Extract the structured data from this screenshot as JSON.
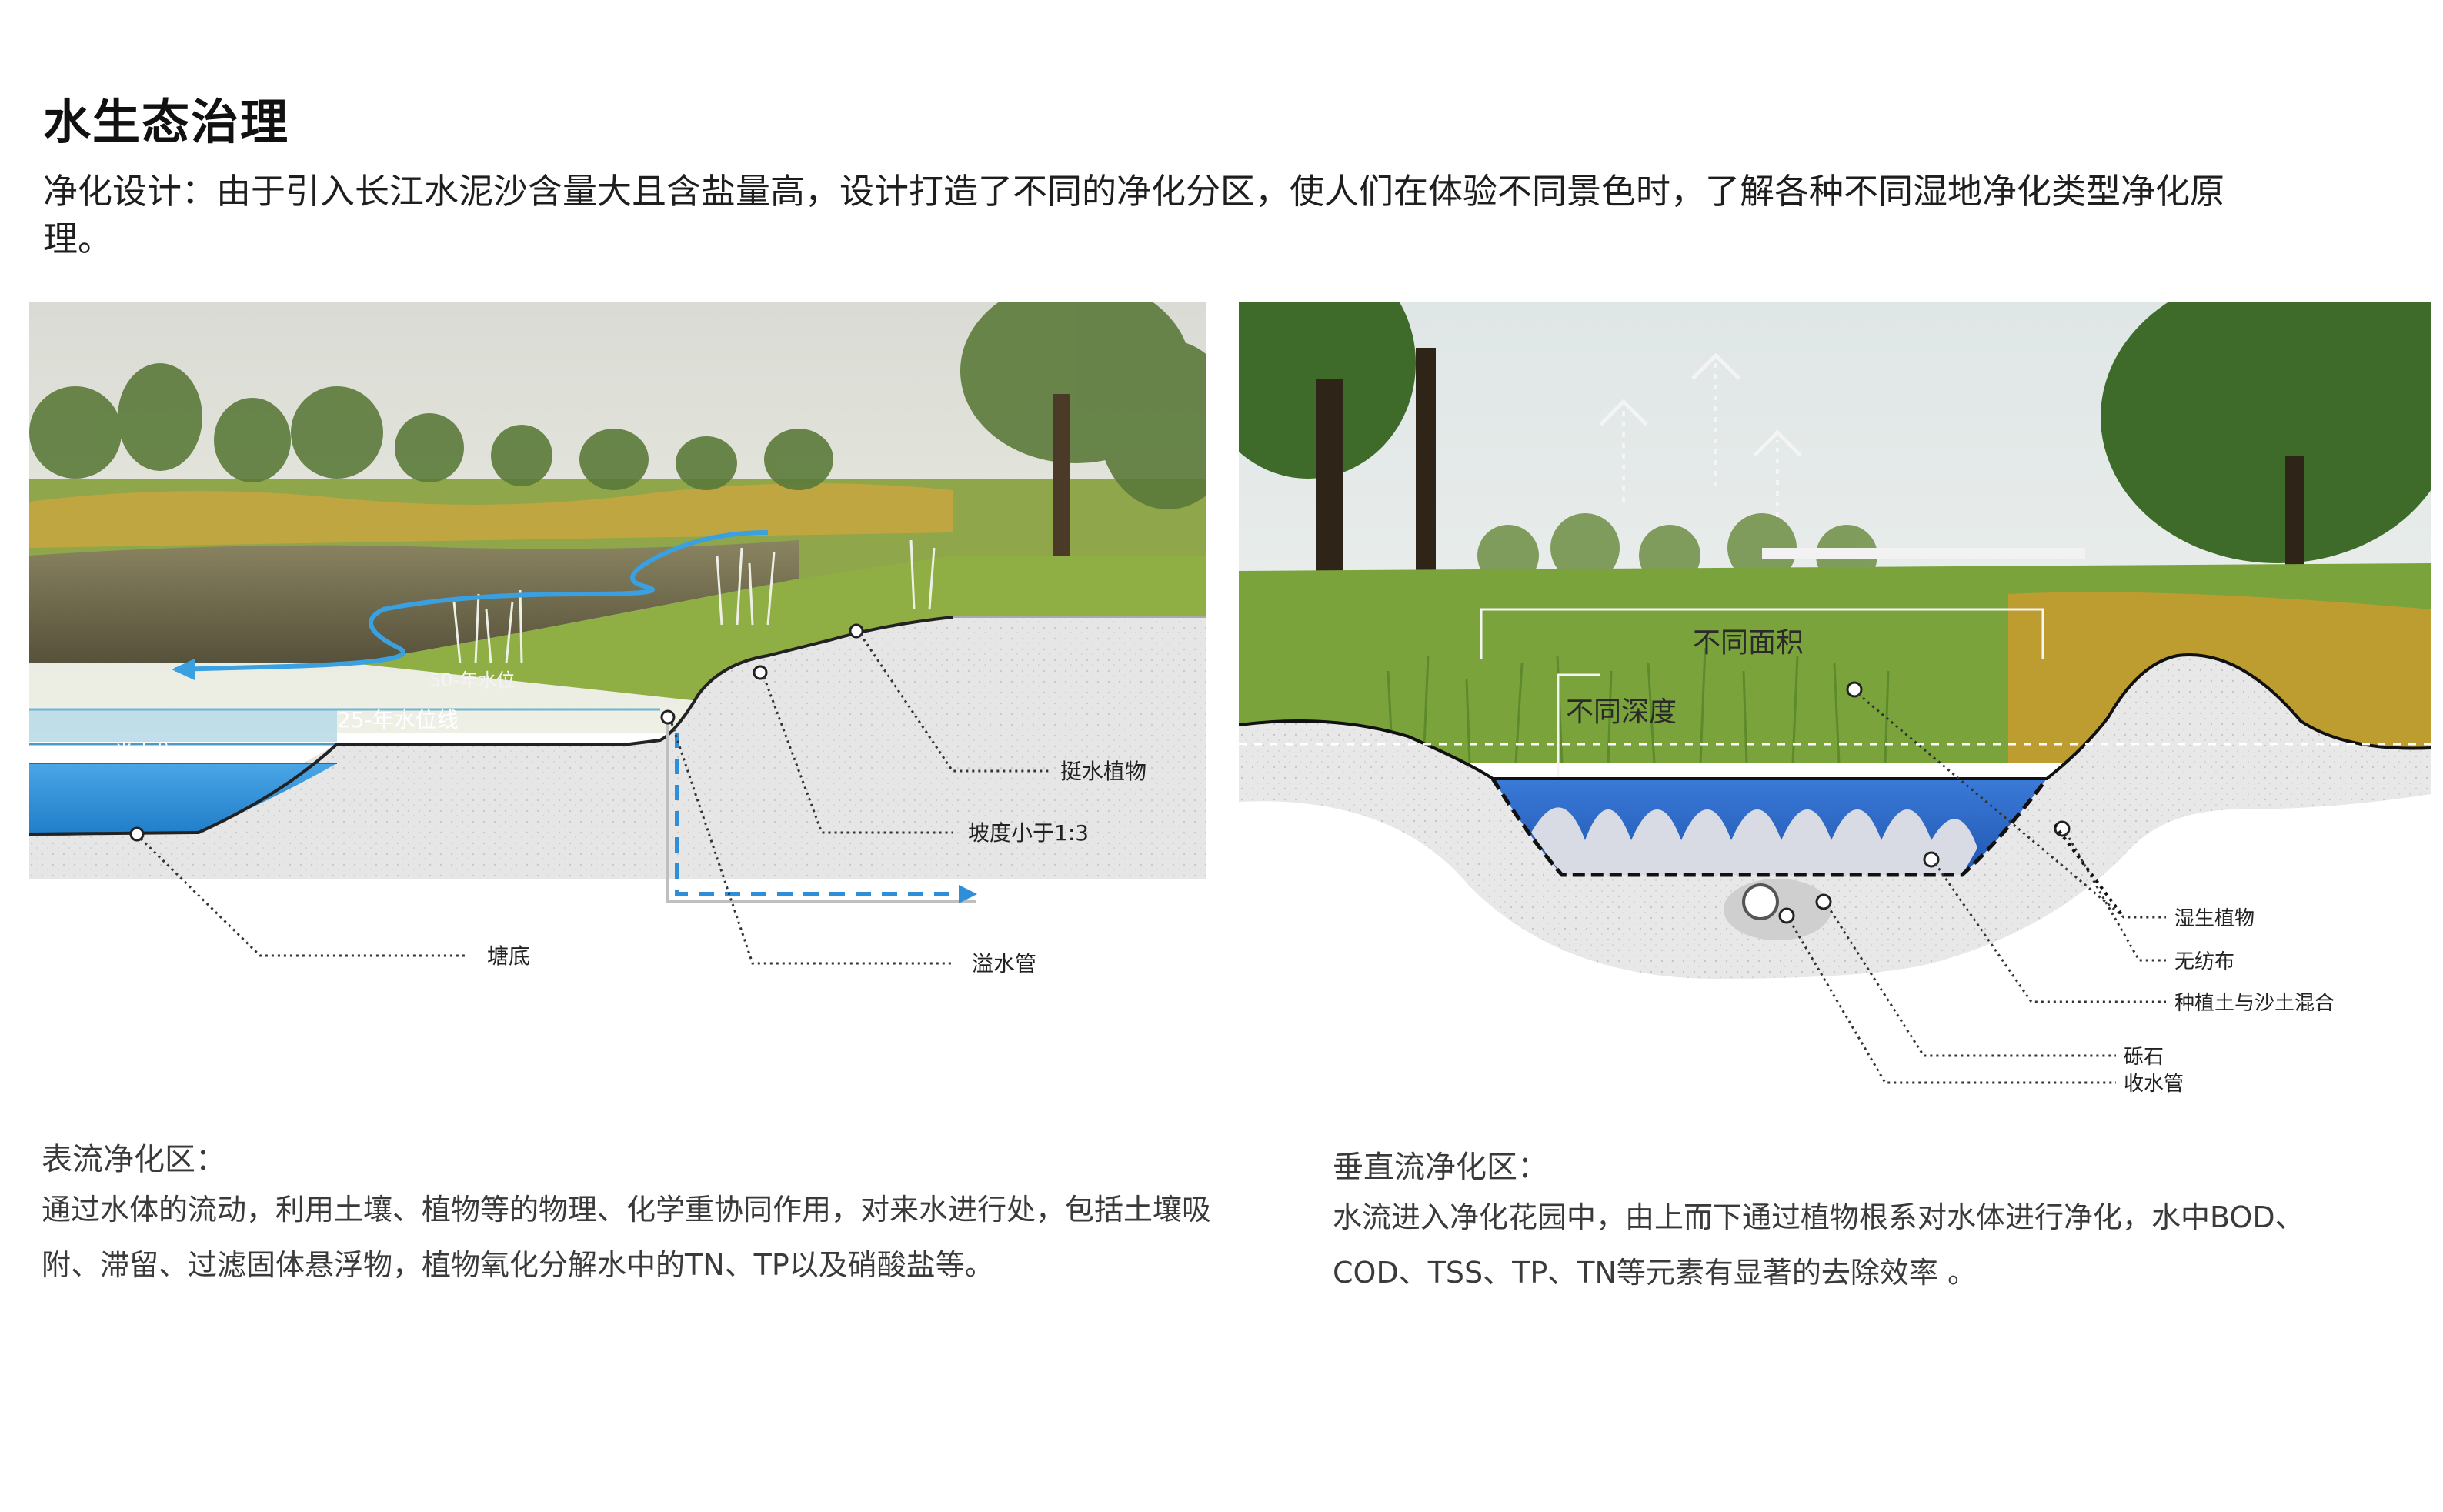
{
  "header": {
    "title": "水生态治理",
    "intro": "净化设计：由于引入长江水泥沙含量大且含盐量高，设计打造了不同的净化分区，使人们在体验不同景色时，了解各种不同湿地净化类型净化原理。"
  },
  "left_diagram": {
    "water_levels": {
      "fifty_year": "50-年水位",
      "twenty_five_year": "25-年水位线",
      "normal": "常水位"
    },
    "callouts": {
      "emergent_plants": "挺水植物",
      "slope": "坡度小于1:3",
      "pond_bottom": "塘底",
      "overflow_pipe": "溢水管"
    },
    "colors": {
      "water": "#2e8fd8",
      "flow_arrow": "#3aa0e0",
      "soil": "#e6e6e6"
    }
  },
  "right_diagram": {
    "labels": {
      "area": "不同面积",
      "depth": "不同深度"
    },
    "callouts": {
      "wetland_plants": "湿生植物",
      "non_woven": "无纺布",
      "soil_sand_mix": "种植土与沙土混合",
      "gravel": "砾石",
      "collection_pipe": "收水管"
    },
    "colors": {
      "water": "#2b66c8",
      "soil": "#e8e8e8"
    }
  },
  "captions": {
    "left": {
      "heading": "表流净化区：",
      "body": "通过水体的流动，利用土壤、植物等的物理、化学重协同作用，对来水进行处，包括土壤吸附、滞留、过滤固体悬浮物，植物氧化分解水中的TN、TP以及硝酸盐等。"
    },
    "right": {
      "heading": "垂直流净化区：",
      "body": "水流进入净化花园中，由上而下通过植物根系对水体进行净化，水中BOD、COD、TSS、TP、TN等元素有显著的去除效率 。"
    }
  }
}
